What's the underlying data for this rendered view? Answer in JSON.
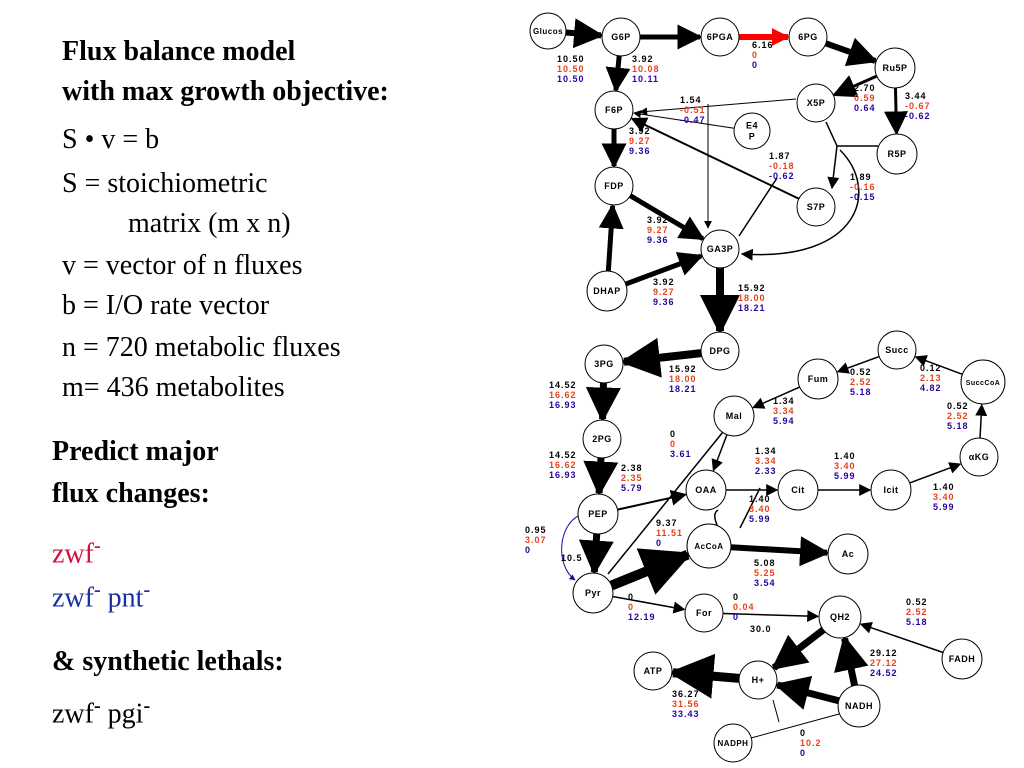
{
  "text": {
    "title_line1": "Flux balance model",
    "title_line2": "with max growth objective:",
    "eq_line": "S • v  =  b",
    "s_def_1": "S = stoichiometric",
    "s_def_2": "matrix (m x n)",
    "v_def": "v =  vector of n fluxes",
    "b_def": "b = I/O rate vector",
    "n_def": "n = 720 metabolic fluxes",
    "m_def": "m= 436 metabolites",
    "predict_1": "Predict major",
    "predict_2": "flux changes:",
    "mut1": "zwf",
    "mut2a": "zwf",
    "mut2b": "pnt",
    "lethal_head": "& synthetic lethals:",
    "lethal_a": "zwf",
    "lethal_b": "pgi",
    "minus": "-"
  },
  "colors": {
    "wild": "#000000",
    "zwf": "#e8401a",
    "zwf_pnt": "#2a00a0",
    "zwf_text": "#d0103a",
    "zwf_pnt_text": "#1830a0",
    "highlight_arrow": "#ff0000"
  },
  "nodes": [
    {
      "id": "glucose",
      "label": "Glucos"
    },
    {
      "id": "g6p",
      "label": "G6P"
    },
    {
      "id": "6pga",
      "label": "6PGA"
    },
    {
      "id": "6pg",
      "label": "6PG"
    },
    {
      "id": "ru5p",
      "label": "Ru5P"
    },
    {
      "id": "f6p",
      "label": "F6P"
    },
    {
      "id": "x5p",
      "label": "X5P"
    },
    {
      "id": "e4p",
      "label": "E4\nP"
    },
    {
      "id": "r5p",
      "label": "R5P"
    },
    {
      "id": "fdp",
      "label": "FDP"
    },
    {
      "id": "s7p",
      "label": "S7P"
    },
    {
      "id": "ga3p",
      "label": "GA3P"
    },
    {
      "id": "dhap",
      "label": "DHAP"
    },
    {
      "id": "dpg",
      "label": "DPG"
    },
    {
      "id": "3pg",
      "label": "3PG"
    },
    {
      "id": "2pg",
      "label": "2PG"
    },
    {
      "id": "pep",
      "label": "PEP"
    },
    {
      "id": "pyr",
      "label": "Pyr"
    },
    {
      "id": "oaa",
      "label": "OAA"
    },
    {
      "id": "accoa",
      "label": "AcCoA"
    },
    {
      "id": "ac",
      "label": "Ac"
    },
    {
      "id": "cit",
      "label": "Cit"
    },
    {
      "id": "icit",
      "label": "Icit"
    },
    {
      "id": "akg",
      "label": "αKG"
    },
    {
      "id": "succcoa",
      "label": "SuccCoA"
    },
    {
      "id": "succ",
      "label": "Succ"
    },
    {
      "id": "fum",
      "label": "Fum"
    },
    {
      "id": "mal",
      "label": "Mal"
    },
    {
      "id": "for",
      "label": "For"
    },
    {
      "id": "qh2",
      "label": "QH2"
    },
    {
      "id": "hplus",
      "label": "H+"
    },
    {
      "id": "atp",
      "label": "ATP"
    },
    {
      "id": "nadh",
      "label": "NADH"
    },
    {
      "id": "nadph",
      "label": "NADPH"
    },
    {
      "id": "fadh",
      "label": "FADH"
    }
  ],
  "fluxes": [
    {
      "id": "glc",
      "v": [
        "10.50",
        "10.50",
        "10.50"
      ]
    },
    {
      "id": "pgi",
      "v": [
        "3.92",
        "10.08",
        "10.11"
      ]
    },
    {
      "id": "zwf",
      "v": [
        "6.16",
        "0",
        "0"
      ]
    },
    {
      "id": "gnd",
      "v": [
        "2.70",
        "0.59",
        "0.64"
      ]
    },
    {
      "id": "rpi",
      "v": [
        "3.44",
        "-0.67",
        "-0.62"
      ]
    },
    {
      "id": "tal",
      "v": [
        "1.54",
        "-0.51",
        "-0.47"
      ]
    },
    {
      "id": "tkt1",
      "v": [
        "1.87",
        "-0.18",
        "-0.62"
      ]
    },
    {
      "id": "tkt2",
      "v": [
        "1.89",
        "-0.16",
        "-0.15"
      ]
    },
    {
      "id": "pfk",
      "v": [
        "3.92",
        "9.27",
        "9.36"
      ]
    },
    {
      "id": "fba",
      "v": [
        "3.92",
        "9.27",
        "9.36"
      ]
    },
    {
      "id": "tpi",
      "v": [
        "3.92",
        "9.27",
        "9.36"
      ]
    },
    {
      "id": "gap",
      "v": [
        "15.92",
        "18.00",
        "18.21"
      ]
    },
    {
      "id": "pgk",
      "v": [
        "15.92",
        "18.00",
        "18.21"
      ]
    },
    {
      "id": "pgm",
      "v": [
        "14.52",
        "16.62",
        "16.93"
      ]
    },
    {
      "id": "eno",
      "v": [
        "14.52",
        "16.62",
        "16.93"
      ]
    },
    {
      "id": "ppc",
      "v": [
        "2.38",
        "2.35",
        "5.79"
      ]
    },
    {
      "id": "pps",
      "v": [
        "0.95",
        "3.07",
        "0"
      ]
    },
    {
      "id": "pyk",
      "v": [
        "10.5"
      ]
    },
    {
      "id": "mae",
      "v": [
        "0",
        "0",
        "3.61"
      ]
    },
    {
      "id": "mdh",
      "v": [
        "1.34",
        "3.34",
        "2.33"
      ]
    },
    {
      "id": "fum",
      "v": [
        "1.34",
        "3.34",
        "5.94"
      ]
    },
    {
      "id": "sdh",
      "v": [
        "0.52",
        "2.52",
        "5.18"
      ]
    },
    {
      "id": "suc",
      "v": [
        "0.12",
        "2.13",
        "4.82"
      ]
    },
    {
      "id": "sucd",
      "v": [
        "0.52",
        "2.52",
        "5.18"
      ]
    },
    {
      "id": "akgdh",
      "v": [
        "1.40",
        "3.40",
        "5.99"
      ]
    },
    {
      "id": "icd",
      "v": [
        "1.40",
        "3.40",
        "5.99"
      ]
    },
    {
      "id": "gltA",
      "v": [
        "1.40",
        "3.40",
        "5.99"
      ]
    },
    {
      "id": "pdh",
      "v": [
        "9.37",
        "11.51",
        "0"
      ]
    },
    {
      "id": "ack",
      "v": [
        "5.08",
        "5.25",
        "3.54"
      ]
    },
    {
      "id": "pfl",
      "v": [
        "0",
        "0",
        "12.19"
      ]
    },
    {
      "id": "fdh",
      "v": [
        "0",
        "0.04",
        "0"
      ]
    },
    {
      "id": "cyo",
      "v": [
        "30.0"
      ]
    },
    {
      "id": "fadh",
      "v": [
        "0.52",
        "2.52",
        "5.18"
      ]
    },
    {
      "id": "nuo",
      "v": [
        "29.12",
        "27.12",
        "24.52"
      ]
    },
    {
      "id": "atp",
      "v": [
        "36.27",
        "31.56",
        "33.43"
      ]
    },
    {
      "id": "pnt",
      "v": [
        "0",
        "10.2",
        "0"
      ]
    }
  ]
}
